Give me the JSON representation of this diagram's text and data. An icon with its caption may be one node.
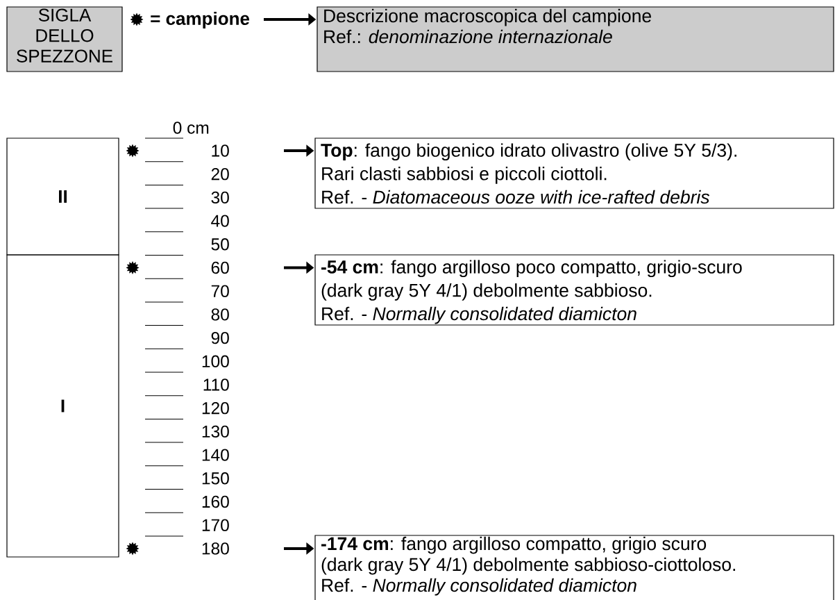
{
  "diagram": {
    "nodes": [
      {
        "text": [
          "SIGLA DELLO SPEZZONE"
        ]
      },
      {
        "text": [
          "Descrizione macroscopica del campione",
          "Ref.: *denominazione internazionale*"
        ]
      },
      {
        "text": [
          "II"
        ]
      },
      {
        "text": [
          "**Top**: fango biogenico idrato olivastro (olive 5Y 5/3).",
          "Rari clasti sabbiosi e piccoli ciottoli.",
          "Ref. - *Diatomaceous ooze with ice-rafted debris*"
        ]
      },
      {
        "text": [
          "I"
        ]
      },
      {
        "text": [
          "**-54 cm**: fango argilloso poco compatto, grigio-scuro (dark gray 5Y 4/1) debolmente sabbioso.",
          "Ref. - *Normally consolidated diamicton*"
        ]
      },
      {
        "text": [
          "**-174 cm**: fango argilloso compatto, grigio scuro (dark gray 5Y 4/1) debolmente sabbioso-ciottoloso.",
          "Ref. - *Normally consolidated diamicton*"
        ]
      }
    ],
    "edges": [
      {
        "from": null,
        "to": 1,
        "arrow": "to"
      },
      {
        "from": null,
        "to": 3,
        "arrow": "to"
      },
      {
        "from": null,
        "to": 5,
        "arrow": "to"
      },
      {
        "from": null,
        "to": 6,
        "arrow": "to"
      }
    ],
    "labels": [
      "0 cm",
      "10",
      "20",
      "30",
      "40",
      "50",
      "60",
      "70",
      "80",
      "90",
      "100",
      "110",
      "120",
      "130",
      "140",
      "150",
      "160",
      "170",
      "180"
    ],
    "legend": [
      {
        "text": "= campione"
      }
    ]
  }
}
